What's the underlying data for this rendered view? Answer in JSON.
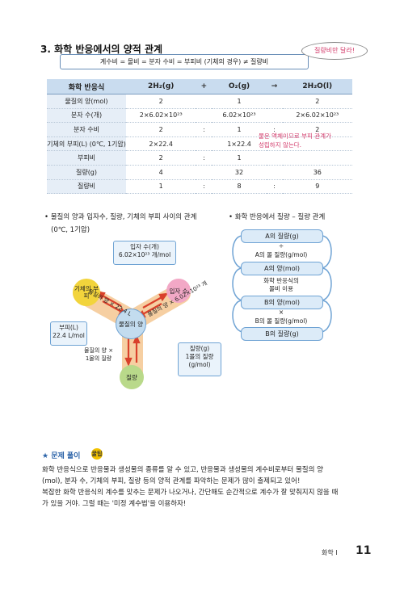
{
  "section_title": "3. 화학 반응에서의 양적 관계",
  "formula": "계수비 = 몰비 = 분자 수비 = 부피비 (기체의 경우) ≠ 질량비",
  "note_bubble": "질량비만 달라!",
  "table": {
    "header": [
      "화학 반응식",
      "2H₂(g)",
      "+",
      "O₂(g)",
      "→",
      "2H₂O(l)"
    ],
    "rows": [
      {
        "label": "물질의 양(mol)",
        "a": "2",
        "s1": "",
        "b": "1",
        "s2": "",
        "c": "2"
      },
      {
        "label": "분자 수(개)",
        "a": "2×6.02×10²³",
        "s1": "",
        "b": "6.02×10²³",
        "s2": "",
        "c": "2×6.02×10²³"
      },
      {
        "label": "분자 수비",
        "a": "2",
        "s1": ":",
        "b": "1",
        "s2": ":",
        "c": "2"
      },
      {
        "label": "기체의 부피(L) (0℃, 1기압)",
        "a": "2×22.4",
        "s1": "",
        "b": "1×22.4",
        "s2": "",
        "c": ""
      },
      {
        "label": "부피비",
        "a": "2",
        "s1": ":",
        "b": "1",
        "s2": "",
        "c": ""
      },
      {
        "label": "질량(g)",
        "a": "4",
        "s1": "",
        "b": "32",
        "s2": "",
        "c": "36"
      },
      {
        "label": "질량비",
        "a": "1",
        "s1": ":",
        "b": "8",
        "s2": ":",
        "c": "9"
      }
    ],
    "pink_note_1": "물은 액체이므로 부피 관계가",
    "pink_note_2": "성립하지 않는다."
  },
  "left_diagram": {
    "title_1": "• 물질의 양과 입자수, 질량, 기체의 부피 사이의 관계",
    "title_2": "(0℃, 1기압)",
    "center": "물질의 양",
    "particles_node": "입자 수",
    "gas_node": "기체의 부피",
    "mass_node": "질량",
    "particles_box_1": "입자 수(개)",
    "particles_box_2": "6.02×10²³ 개/mol",
    "volume_box_1": "부피(L)",
    "volume_box_2": "22.4 L/mol",
    "mass_box_1": "질량(g)",
    "mass_box_2": "1몰의 질량",
    "mass_box_3": "(g/mol)",
    "arm_gas": "물질의 양 × 22.4 L",
    "arm_particles": "물질의 양 × 6.02×10²³ 개",
    "arm_mass_1": "물질의 양 ×",
    "arm_mass_2": "1몰의 질량"
  },
  "right_diagram": {
    "title": "• 화학 반응에서 질량 – 질량 관계",
    "step1": "A의 질량(g)",
    "op1": "÷",
    "op1_text": "A의 몰 질량(g/mol)",
    "step2": "A의 양(mol)",
    "op2_text_1": "화학 반응식의",
    "op2_text_2": "몰비 이용",
    "step3": "B의 양(mol)",
    "op3": "×",
    "op3_text": "B의 몰 질량(g/mol)",
    "step4": "B의 질량(g)"
  },
  "solve": {
    "title": "★ 문제 풀이",
    "badge": "꿀팁",
    "line1": "화학 반응식으로 반응물과 생성물의 종류를 알 수 있고, 반응물과 생성물의 계수비로부터 물질의 양",
    "line2": "(mol), 분자 수, 기체의 부피, 질량 등의 양적 관계를 파악하는 문제가 많이 출제되고 있어!",
    "line3": "복잡한 화학 반응식의 계수를 맞추는 문제가 나오거나, 간단해도 순간적으로 계수가 잘 맞춰지지 않을 때",
    "line4": "가 있을 거야. 그럴 때는 '미정 계수법'을 이용하자!"
  },
  "footer": {
    "subject": "화학 I",
    "page": "11"
  },
  "colors": {
    "accent_blue": "#6fa3d4",
    "table_header": "#c9dcef",
    "pink_note": "#d33a6a",
    "arrow_red": "#d9412b",
    "arm_peach": "#f6cfa2"
  }
}
